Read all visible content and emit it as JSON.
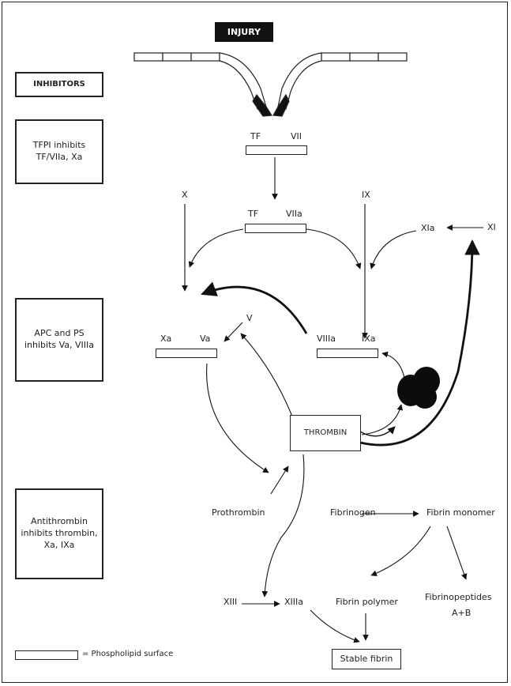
{
  "injury": "INJURY",
  "inhibitors": {
    "header": "INHIBITORS",
    "tfpi": [
      "TFPI inhibits",
      "TF/VIIa, Xa"
    ],
    "apc": [
      "APC and PS",
      "inhibits Va, VIIIa"
    ],
    "antithrombin": [
      "Antithrombin",
      "inhibits thrombin,",
      "Xa, IXa"
    ]
  },
  "factors": {
    "tf1": "TF",
    "vii": "VII",
    "x": "X",
    "ix": "IX",
    "tf2": "TF",
    "viia": "VIIa",
    "xia": "XIa",
    "xi": "XI",
    "v": "V",
    "xa": "Xa",
    "va": "Va",
    "viiia": "VIIIa",
    "ixa": "IXa",
    "thrombin": "THROMBIN",
    "prothrombin": "Prothrombin",
    "fibrinogen": "Fibrinogen",
    "fibrin_monomer": "Fibrin monomer",
    "xiii": "XIII",
    "xiiia": "XIIIa",
    "fibrin_polymer": "Fibrin polymer",
    "fibrinopeptides": [
      "Fibrinopeptides",
      "A+B"
    ],
    "stable_fibrin": "Stable fibrin"
  },
  "legend": "= Phospholipid surface"
}
